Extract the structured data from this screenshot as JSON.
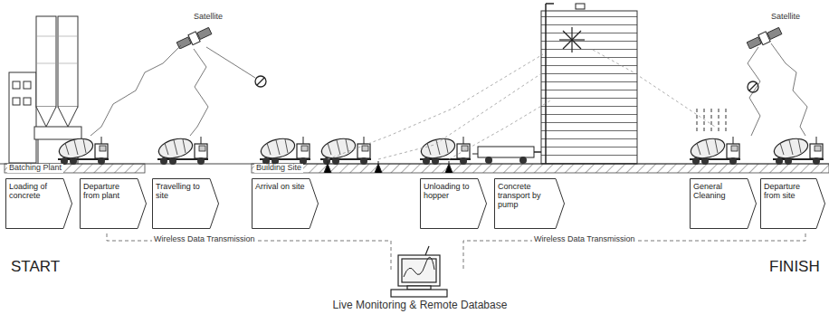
{
  "diagram": {
    "nodes": [
      {
        "text": [
          "Loading of concrete"
        ]
      },
      {
        "text": [
          "Departure from plant"
        ]
      },
      {
        "text": [
          "Travelling to site"
        ]
      },
      {
        "text": [
          "Arrival on site"
        ]
      },
      {
        "text": [
          "Unloading to hopper"
        ]
      },
      {
        "text": [
          "Concrete transport by pump"
        ]
      },
      {
        "text": [
          "General Cleaning"
        ]
      },
      {
        "text": [
          "Departure from site"
        ]
      }
    ],
    "labels": [
      "Satellite",
      "Satellite",
      "Batching Plant",
      "Building Site",
      "Wireless Data Transmission",
      "Wireless Data Transmission",
      "START",
      "FINISH",
      "Live Monitoring & Remote Database"
    ]
  }
}
